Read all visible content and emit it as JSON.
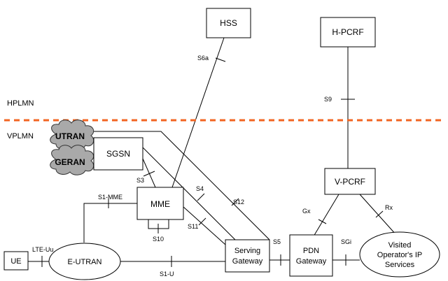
{
  "regions": {
    "home": "HPLMN",
    "visited": "VPLMN",
    "boundary_color": "#f26522"
  },
  "nodes": {
    "hss": "HSS",
    "hpcrf": "H-PCRF",
    "vpcrf": "V-PCRF",
    "sgsn": "SGSN",
    "mme": "MME",
    "serving_gw_line1": "Serving",
    "serving_gw_line2": "Gateway",
    "pdn_gw_line1": "PDN",
    "pdn_gw_line2": "Gateway",
    "ue": "UE",
    "eutran": "E-UTRAN",
    "utran": "UTRAN",
    "geran": "GERAN",
    "services_line1": "Visited",
    "services_line2": "Operator's IP",
    "services_line3": "Services"
  },
  "interfaces": {
    "s6a": "S6a",
    "s9": "S9",
    "s3": "S3",
    "s4": "S4",
    "s12": "S12",
    "s11": "S11",
    "s5": "S5",
    "s10": "S10",
    "s1_mme": "S1-MME",
    "s1_u": "S1-U",
    "lte_uu": "LTE-Uu",
    "gx": "Gx",
    "rx": "Rx",
    "sgi": "SGi"
  },
  "colors": {
    "cloud_fill": "#a9a9a9",
    "line": "#000000"
  }
}
